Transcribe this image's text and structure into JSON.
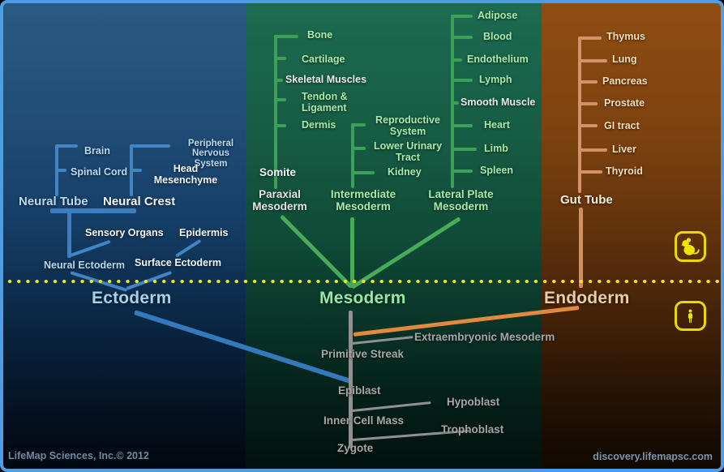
{
  "germ_layers": {
    "ectoderm": {
      "title": "Ectoderm",
      "nodes": {
        "brain": "Brain",
        "spinal_cord": "Spinal Cord",
        "peripheral_nervous_system": "Peripheral Nervous System",
        "head_mesenchyme": "Head Mesenchyme",
        "neural_tube": "Neural Tube",
        "neural_crest": "Neural Crest",
        "sensory_organs": "Sensory Organs",
        "epidermis": "Epidermis",
        "neural_ectoderm": "Neural Ectoderm",
        "surface_ectoderm": "Surface Ectoderm"
      }
    },
    "mesoderm": {
      "title": "Mesoderm",
      "nodes": {
        "bone": "Bone",
        "cartilage": "Cartilage",
        "skeletal_muscles": "Skeletal Muscles",
        "tendon_ligament": "Tendon & Ligament",
        "dermis": "Dermis",
        "somite": "Somite",
        "paraxial_mesoderm": "Paraxial Mesoderm",
        "reproductive_system": "Reproductive System",
        "lower_urinary_tract": "Lower Urinary Tract",
        "kidney": "Kidney",
        "intermediate_mesoderm": "Intermediate Mesoderm",
        "adipose": "Adipose",
        "blood": "Blood",
        "endothelium": "Endothelium",
        "lymph": "Lymph",
        "smooth_muscle": "Smooth Muscle",
        "heart": "Heart",
        "limb": "Limb",
        "spleen": "Spleen",
        "lateral_plate_mesoderm": "Lateral Plate Mesoderm"
      }
    },
    "endoderm": {
      "title": "Endoderm",
      "nodes": {
        "thymus": "Thymus",
        "lung": "Lung",
        "pancreas": "Pancreas",
        "prostate": "Prostate",
        "gi_tract": "GI tract",
        "liver": "Liver",
        "thyroid": "Thyroid",
        "gut_tube": "Gut Tube"
      }
    }
  },
  "early_development": {
    "extraembryonic_mesoderm": "Extraembryonic Mesoderm",
    "primitive_streak": "Primitive Streak",
    "epiblast": "Epiblast",
    "hypoblast": "Hypoblast",
    "inner_cell_mass": "Inner Cell Mass",
    "trophoblast": "Trophoblast",
    "zygote": "Zygote"
  },
  "species_toggle": {
    "mouse_icon": "mouse",
    "human_icon": "human"
  },
  "footer": {
    "credit": "LifeMap Sciences, Inc.© 2012",
    "website": "discovery.lifemapsc.com"
  },
  "colors": {
    "ectoderm_line": "#4285c2",
    "mesoderm_line": "#3ca156",
    "endoderm_line": "#d2936a",
    "extraembryonic_line": "#e1893c",
    "early_line": "#919191",
    "divider_dots": "#f6e800",
    "frame": "#4f9de4",
    "icon_yellow": "#ead900"
  }
}
